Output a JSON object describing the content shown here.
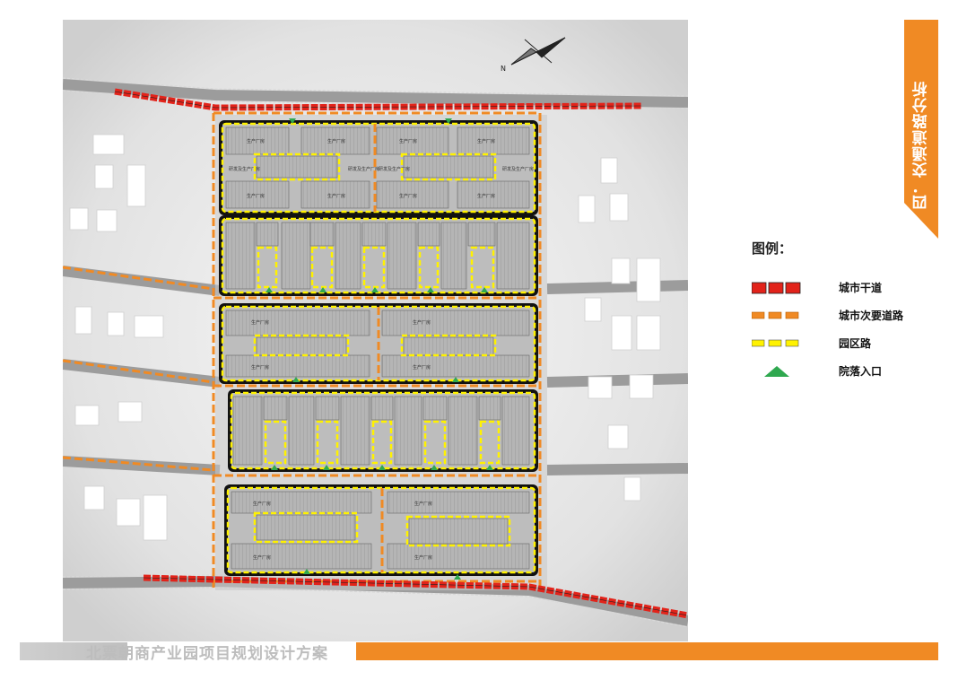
{
  "section_tab": {
    "title": "四．交通道路分析",
    "color": "#f08a24"
  },
  "map": {
    "north_label": "N",
    "block_labels": {
      "production": "生产厂房",
      "office": "研发及生产厂房"
    }
  },
  "legend": {
    "title": "图例：",
    "items": [
      {
        "label": "城市干道",
        "symbol": "red-dashed-road",
        "color": "#e2231a"
      },
      {
        "label": "城市次要道路",
        "symbol": "orange-dashed-road",
        "color": "#f08a24"
      },
      {
        "label": "园区路",
        "symbol": "yellow-dashed-road",
        "color": "#fff200"
      },
      {
        "label": "院落入口",
        "symbol": "green-triangle",
        "color": "#2fa84f"
      }
    ]
  },
  "footer": {
    "title": "北票朝商产业园项目规划设计方案",
    "accent": "#f08a24"
  }
}
